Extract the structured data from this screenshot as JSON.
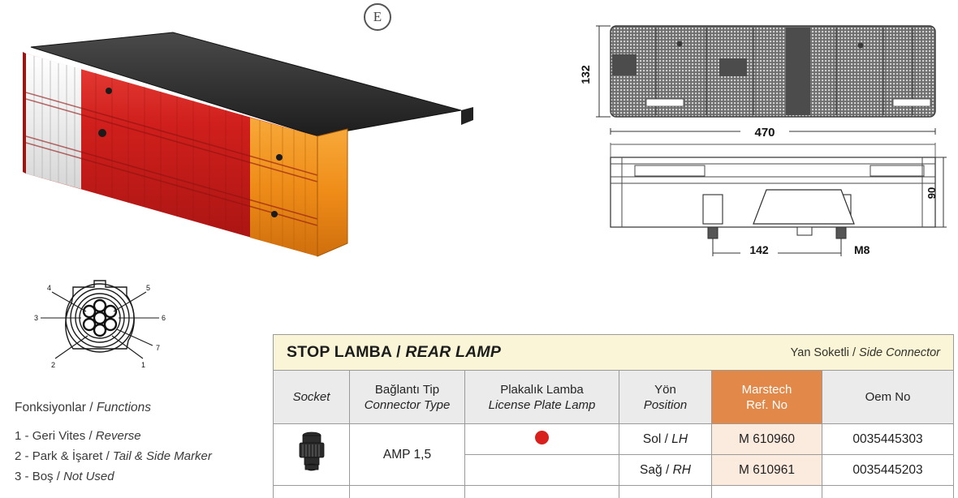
{
  "approval": {
    "mark": "E"
  },
  "product": {
    "photo_alt": "rear combination lamp isometric view",
    "sections": [
      "clear reverse lens",
      "red stop tail lens",
      "amber indicator lens",
      "amber side marker end cap"
    ]
  },
  "pinout": {
    "label": "7-pin circular connector",
    "pin_numbers": [
      "1",
      "2",
      "3",
      "4",
      "5",
      "6",
      "7"
    ]
  },
  "functions": {
    "title_tr": "Fonksiyonlar",
    "title_en": "Functions",
    "separator": "/",
    "items": [
      {
        "num": "1 -",
        "tr": "Geri Vites",
        "en": "Reverse"
      },
      {
        "num": "2 -",
        "tr": "Park & İşaret",
        "en": "Tail & Side Marker"
      },
      {
        "num": "3 -",
        "tr": "Boş",
        "en": "Not Used"
      }
    ]
  },
  "drawings": {
    "front": {
      "height_mm": "132",
      "width_mm": "470"
    },
    "side": {
      "depth_mm": "90",
      "bolt_spacing_mm": "142",
      "thread": "M8"
    }
  },
  "table": {
    "title_tr": "STOP LAMBA",
    "title_en": "REAR LAMP",
    "title_separator": "/",
    "subtitle_tr": "Yan Soketli",
    "subtitle_en": "Side Connector",
    "subtitle_separator": "/",
    "headers": [
      {
        "tr": "",
        "en": "Socket"
      },
      {
        "tr": "Bağlantı Tip",
        "en": "Connector Type"
      },
      {
        "tr": "Plakalık Lamba",
        "en": "License Plate Lamp"
      },
      {
        "tr": "Yön",
        "en": "Position"
      },
      {
        "tr": "Marstech",
        "en": "Ref. No"
      },
      {
        "tr": "",
        "en": "Oem No"
      }
    ],
    "socket_icon": "connector-socket-icon",
    "connector_type": "AMP 1,5",
    "rows": [
      {
        "plate_lamp": "red-dot",
        "position_tr": "Sol",
        "position_en": "LH",
        "marstech_ref": "M 610960",
        "oem_no": "0035445303"
      },
      {
        "plate_lamp": "",
        "position_tr": "Sağ",
        "position_en": "RH",
        "marstech_ref": "M 610961",
        "oem_no": "0035445203"
      }
    ]
  },
  "colors": {
    "title_band": "#f9f5d6",
    "accent_header": "#e2894a",
    "accent_cell": "#fbeade",
    "marker_red": "#d8211d",
    "header_gray": "#ebebeb",
    "border": "#9a9a9a"
  }
}
